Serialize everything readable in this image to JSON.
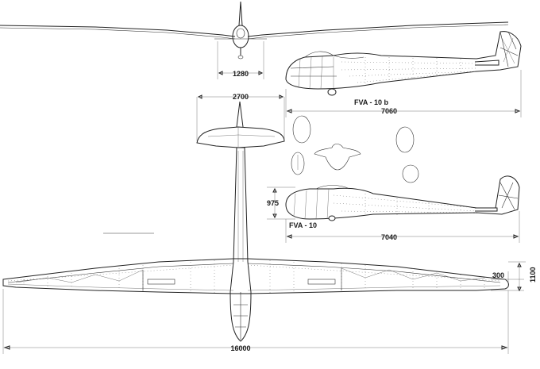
{
  "labels": {
    "model_b": "FVA - 10 b",
    "model_a": "FVA - 10"
  },
  "dimensions": {
    "front_stabilizer_span": "1280",
    "tailplane_span": "2700",
    "fuselage_length_b": "7060",
    "fuselage_height_a": "975",
    "fuselage_length_a": "7040",
    "wing_tip_chord": "300",
    "wing_tip_height": "1100",
    "wing_span": "16000"
  },
  "colors": {
    "line": "#222222",
    "background": "#ffffff"
  }
}
